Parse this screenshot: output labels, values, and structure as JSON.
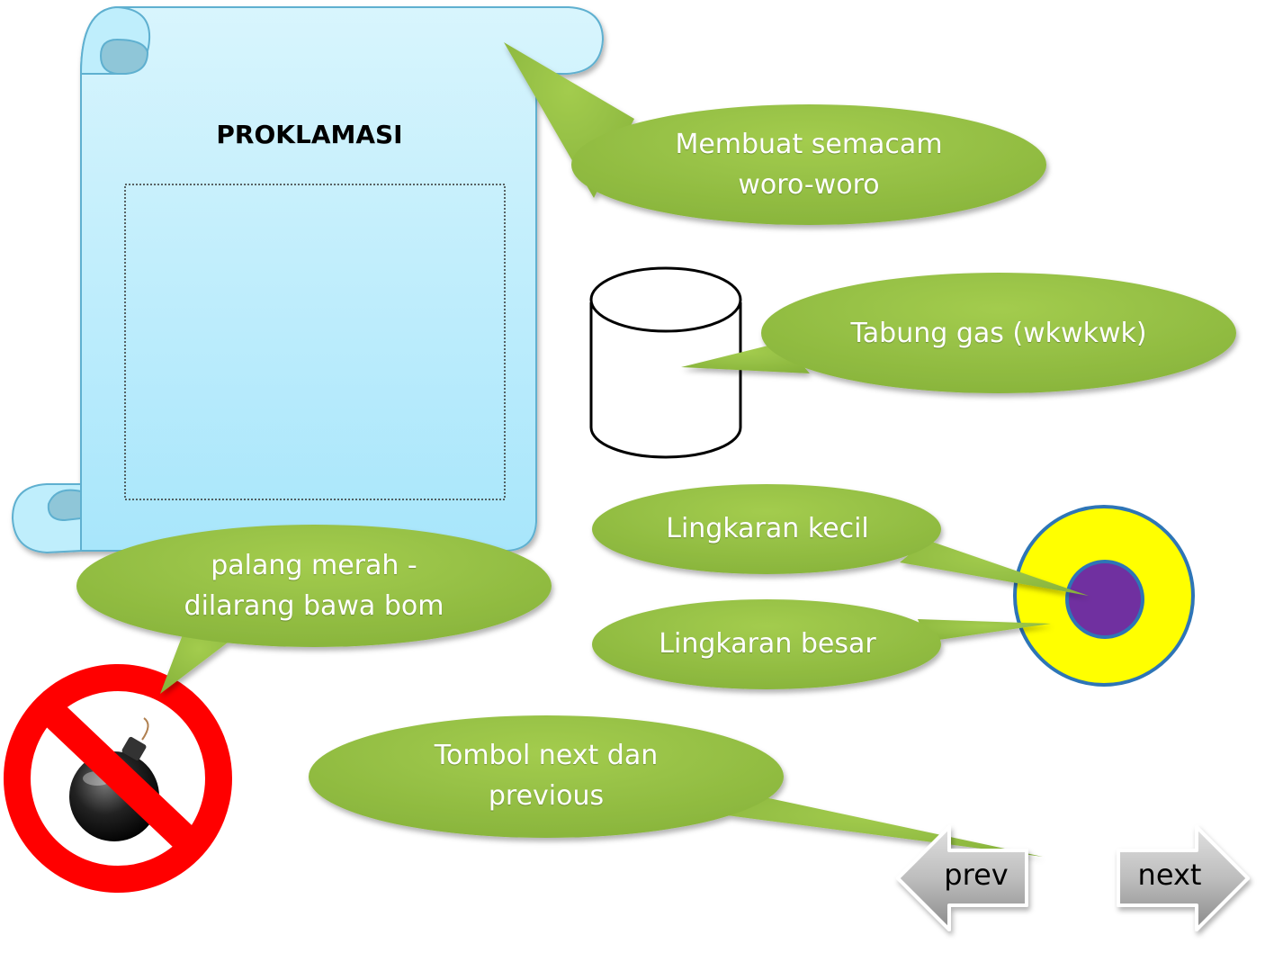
{
  "scroll": {
    "title": "PROKLAMASI"
  },
  "callouts": {
    "announcement": {
      "line1": "Membuat semacam",
      "line2": "woro-woro"
    },
    "gas_tank": {
      "line1": "Tabung gas (wkwkwk)"
    },
    "small_circle": {
      "line1": "Lingkaran kecil"
    },
    "big_circle": {
      "line1": "Lingkaran besar"
    },
    "no_bomb": {
      "line1": "palang merah -",
      "line2": "dilarang bawa bom"
    },
    "nav_buttons": {
      "line1": "Tombol next dan",
      "line2": "previous"
    }
  },
  "nav": {
    "prev_label": "prev",
    "next_label": "next"
  },
  "colors": {
    "callout_fill": "#8db83f",
    "scroll_fill": "#bfefff",
    "scroll_stroke": "#5fb0d0",
    "outer_circle": "#ffff00",
    "inner_circle": "#7030a0",
    "circle_stroke": "#2e75b6",
    "no_sign": "#ff0000"
  }
}
